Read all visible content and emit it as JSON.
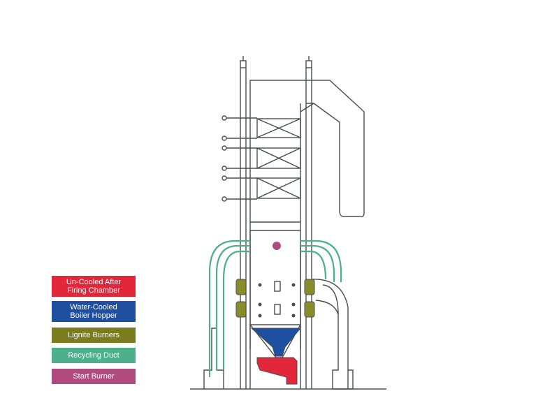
{
  "colors": {
    "line": "#4a4d50",
    "recycling_duct": "#4cb08a",
    "lignite_burner": "#8a8c2a",
    "boiler_hopper": "#1e4fa0",
    "after_firing_chamber": "#e3273a",
    "start_burner": "#b04b80"
  },
  "legend": [
    {
      "label": "Un-Cooled After\nFiring Chamber",
      "color": "#e3273a"
    },
    {
      "label": "Water-Cooled\nBoiler Hopper",
      "color": "#1e4fa0"
    },
    {
      "label": "Lignite Burners",
      "color": "#7a7c1e"
    },
    {
      "label": "Recycling Duct",
      "color": "#4cb08a"
    },
    {
      "label": "Start Burner",
      "color": "#b04b80"
    }
  ]
}
